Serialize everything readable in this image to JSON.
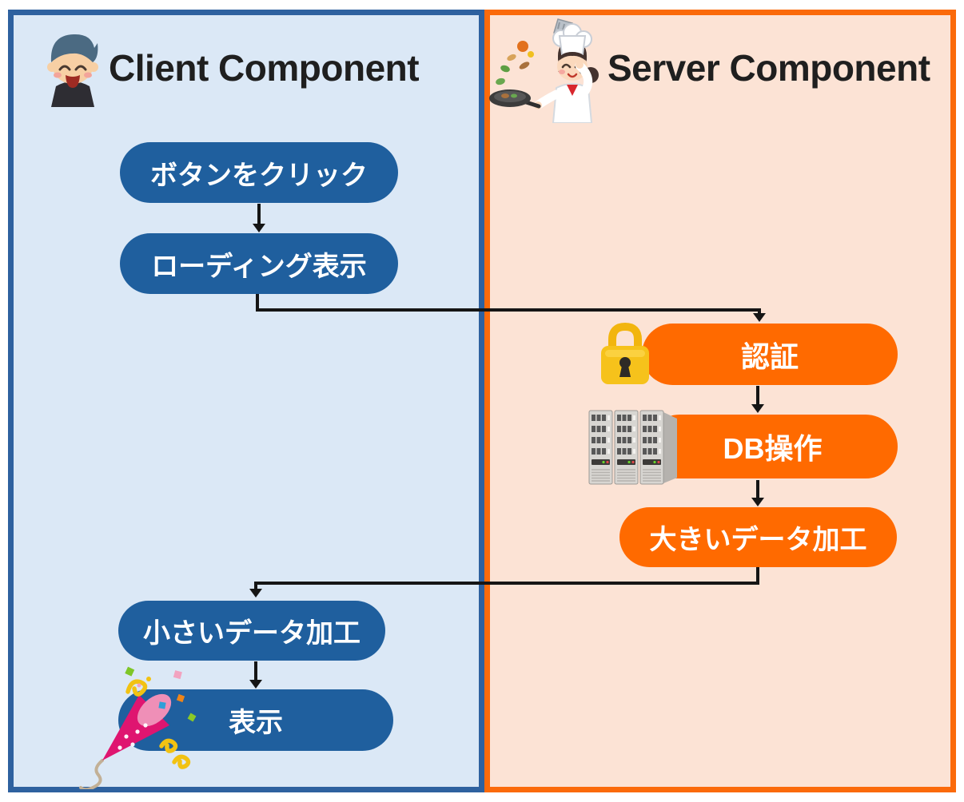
{
  "panels": {
    "client": {
      "title": "Client Component"
    },
    "server": {
      "title": "Server Component"
    }
  },
  "nodes": {
    "button_click": {
      "label": "ボタンをクリック"
    },
    "loading": {
      "label": "ローディング表示"
    },
    "auth": {
      "label": "認証"
    },
    "db": {
      "label": "DB操作"
    },
    "big_data": {
      "label": "大きいデータ加工"
    },
    "small_data": {
      "label": "小さいデータ加工"
    },
    "display": {
      "label": "表示"
    }
  },
  "icons": {
    "client_header": "person-icon",
    "server_header": "chef-icon",
    "auth": "lock-icon",
    "db": "server-rack-icon",
    "display": "party-popper-icon"
  },
  "colors": {
    "client_bg": "#dbe8f6",
    "client_border": "#2e619f",
    "server_bg": "#fce3d5",
    "server_border": "#fb6a0a",
    "client_node": "#1f5f9e",
    "server_node": "#ff6a00",
    "node_text": "#ffffff",
    "title_text": "#1f1f1f",
    "arrow": "#151515",
    "canvas_bg": "#ffffff"
  }
}
